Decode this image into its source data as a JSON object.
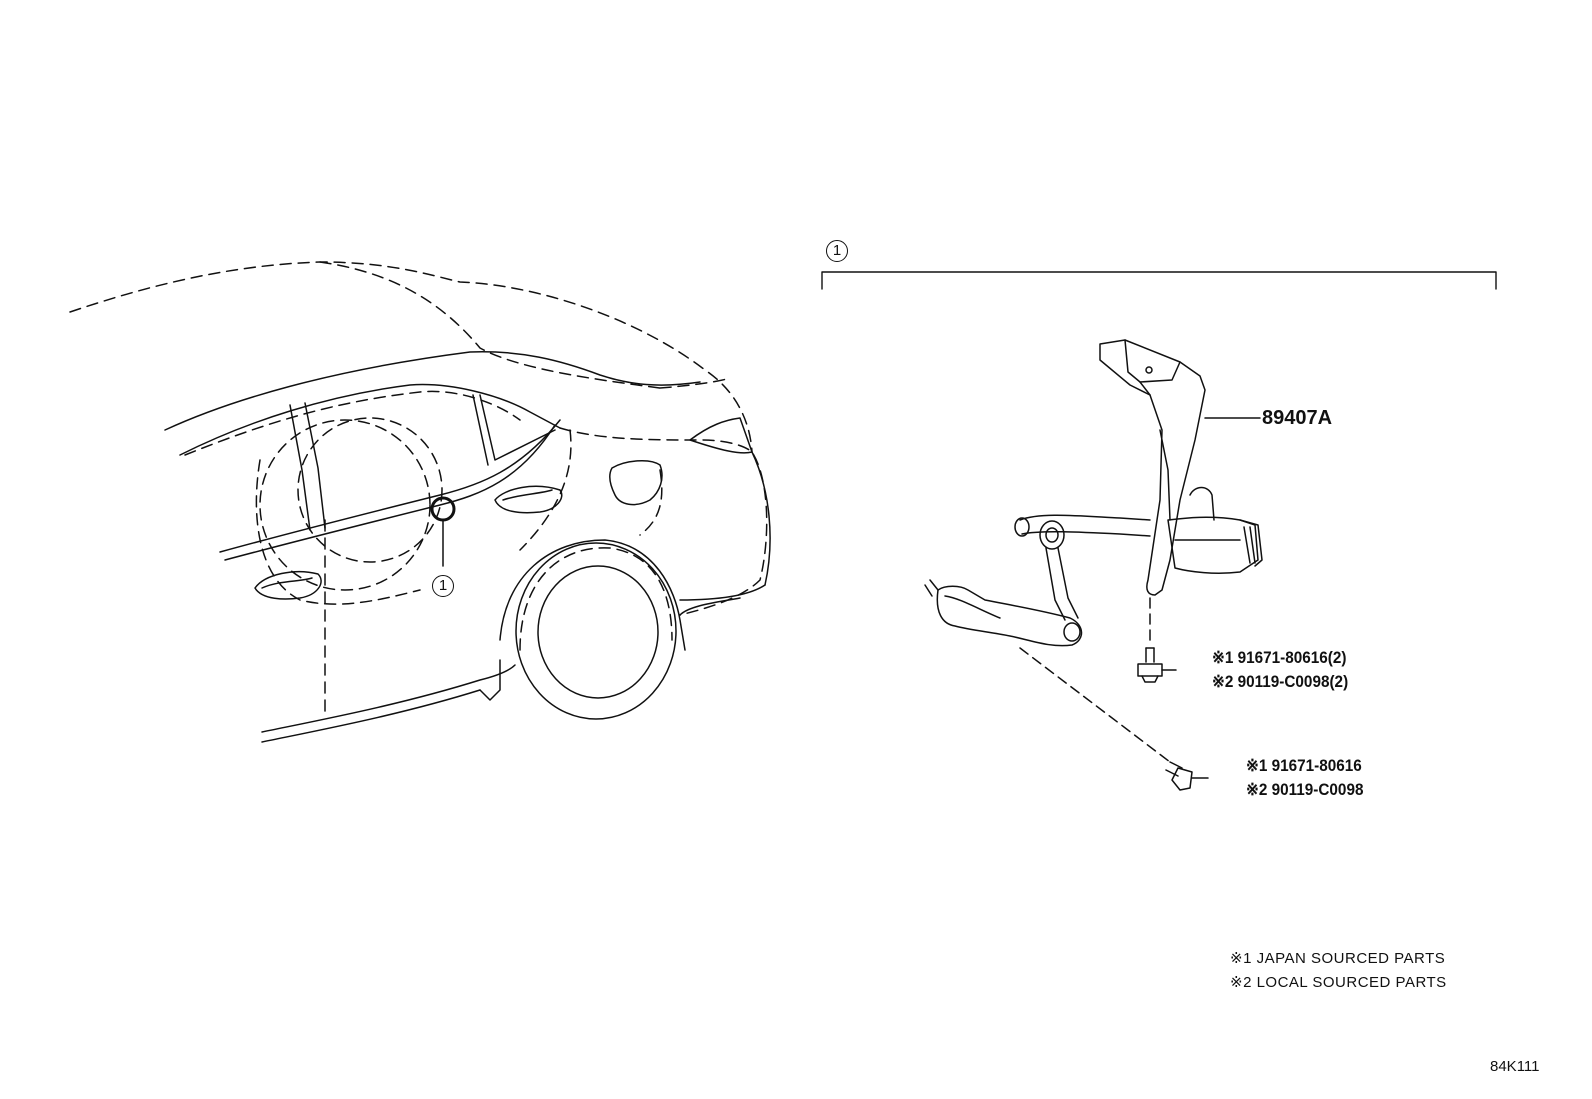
{
  "callout_ref": "1",
  "main_part": "89407A",
  "bolt_upper": {
    "line1": "※1 91671-80616(2)",
    "line2": "※2 90119-C0098(2)"
  },
  "bolt_lower": {
    "line1": "※1 91671-80616",
    "line2": "※2 90119-C0098"
  },
  "notes": {
    "note1": "※1 JAPAN SOURCED PARTS",
    "note2": "※2 LOCAL SOURCED PARTS"
  },
  "diagram_code": "84K111"
}
